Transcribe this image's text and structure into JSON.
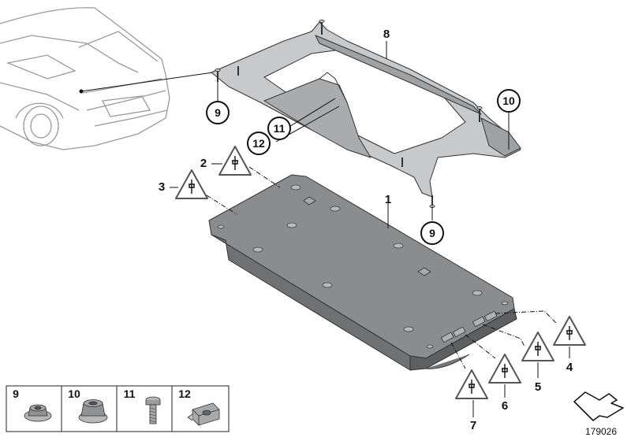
{
  "callouts": {
    "c1": "1",
    "c2": "2",
    "c3": "3",
    "c4": "4",
    "c5": "5",
    "c6": "6",
    "c7": "7",
    "c8": "8",
    "c9a": "9",
    "c9b": "9",
    "c10": "10",
    "c11": "11",
    "c12": "12"
  },
  "legend": [
    {
      "number": "9",
      "icon": "flange-nut-icon"
    },
    {
      "number": "10",
      "icon": "hex-collar-nut-icon"
    },
    {
      "number": "11",
      "icon": "screw-icon"
    },
    {
      "number": "12",
      "icon": "clip-nut-icon"
    }
  ],
  "document_number": "179026",
  "colors": {
    "part_gray": "#8a8c8e",
    "part_light": "#c8c9cb",
    "outline": "#222222",
    "car_line": "#9a9a9a"
  }
}
